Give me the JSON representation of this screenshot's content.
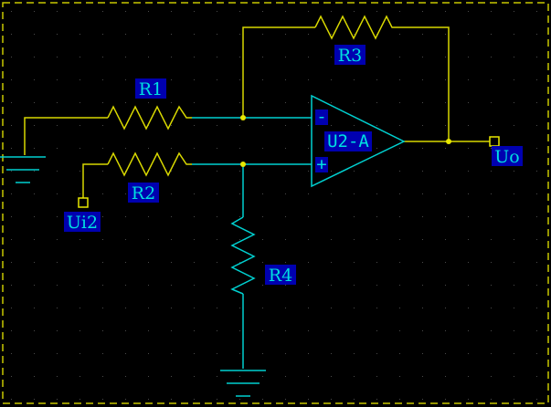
{
  "colors": {
    "background": "#000000",
    "grid_dot": "#4a4a4a",
    "border": "#c8c800",
    "wire_yellow": "#d8d800",
    "wire_cyan": "#00d0d0",
    "label_box": "#0000b0",
    "label_text": "#00e0e0",
    "junction": "#e8e800",
    "port": "#e8e800"
  },
  "schematic": {
    "opamp": {
      "ref": "U2-A",
      "inverting_symbol": "-",
      "noninverting_symbol": "+"
    },
    "resistors": [
      {
        "ref": "R1"
      },
      {
        "ref": "R2"
      },
      {
        "ref": "R3"
      },
      {
        "ref": "R4"
      }
    ],
    "ports": [
      {
        "name": "Ui2"
      },
      {
        "name": "Uo"
      }
    ]
  }
}
